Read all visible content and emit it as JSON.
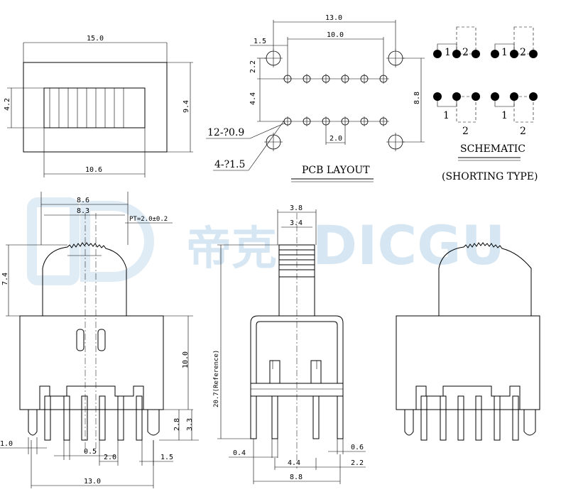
{
  "top_view": {
    "width": "15.0",
    "height": "9.4",
    "slot_height": "4.2",
    "slot_width": "10.6"
  },
  "pcb_layout": {
    "overall_width": "13.0",
    "pin_span": "10.0",
    "edge_offset": "1.5",
    "row_offset": "2.2",
    "row_spacing": "4.4",
    "overall_height": "8.8",
    "pitch": "2.0",
    "small_hole_note": "12-?0.9",
    "large_hole_note": "4-?1.5",
    "title": "PCB LAYOUT"
  },
  "schematic": {
    "title": "SCHEMATIC",
    "subtitle": "(SHORTING TYPE)",
    "label_1": "1",
    "label_2": "2"
  },
  "front_view": {
    "width_outer": "8.6",
    "width_inner": "8.3",
    "pt_note": "PT=2.0±0.2",
    "knob_height": "7.4",
    "body_height": "10.0",
    "pin_length": "3.3",
    "pin_visible": "2.8",
    "pin_width": "1.0",
    "pin_thickness": "0.5",
    "pitch": "2.0",
    "leg_offset": "1.5",
    "overall_width": "13.0"
  },
  "side_view": {
    "knob_outer": "3.8",
    "knob_inner": "3.4",
    "total_height": "20.7(Reference)",
    "pin_thickness": "0.4",
    "leg_thickness": "0.6",
    "row_spacing": "4.4",
    "leg_offset": "2.2",
    "overall": "8.8"
  },
  "watermark": {
    "brand_cn": "帝克",
    "brand_en": "DICGU"
  }
}
